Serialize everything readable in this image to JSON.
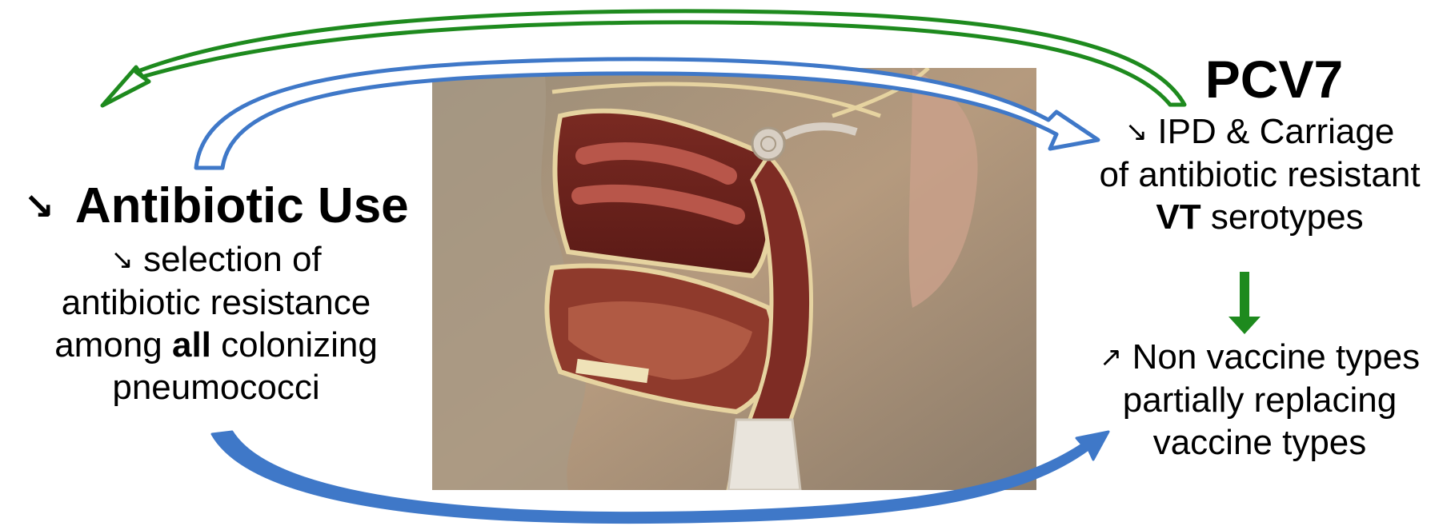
{
  "left": {
    "symbol": "↘",
    "title": "Antibiotic Use",
    "line1_symbol": "↘",
    "line1": "selection of",
    "line2": "antibiotic resistance",
    "line3_pre": "among",
    "line3_bold": "all",
    "line3_post": "colonizing",
    "line4": "pneumococci"
  },
  "right": {
    "title": "PCV7",
    "line1_symbol": "↘",
    "line1": "IPD & Carriage",
    "line2": "of antibiotic resistant",
    "line3_bold": "VT",
    "line3_post": "serotypes"
  },
  "right_bottom": {
    "symbol": "↗",
    "line1": "Non vaccine types",
    "line2": "partially replacing",
    "line3": "vaccine types"
  },
  "colors": {
    "green_arrow": "#1e8a1e",
    "blue_arrow": "#3f78c8"
  },
  "image": {
    "subject": "sagittal-head-anatomy-illustration"
  }
}
